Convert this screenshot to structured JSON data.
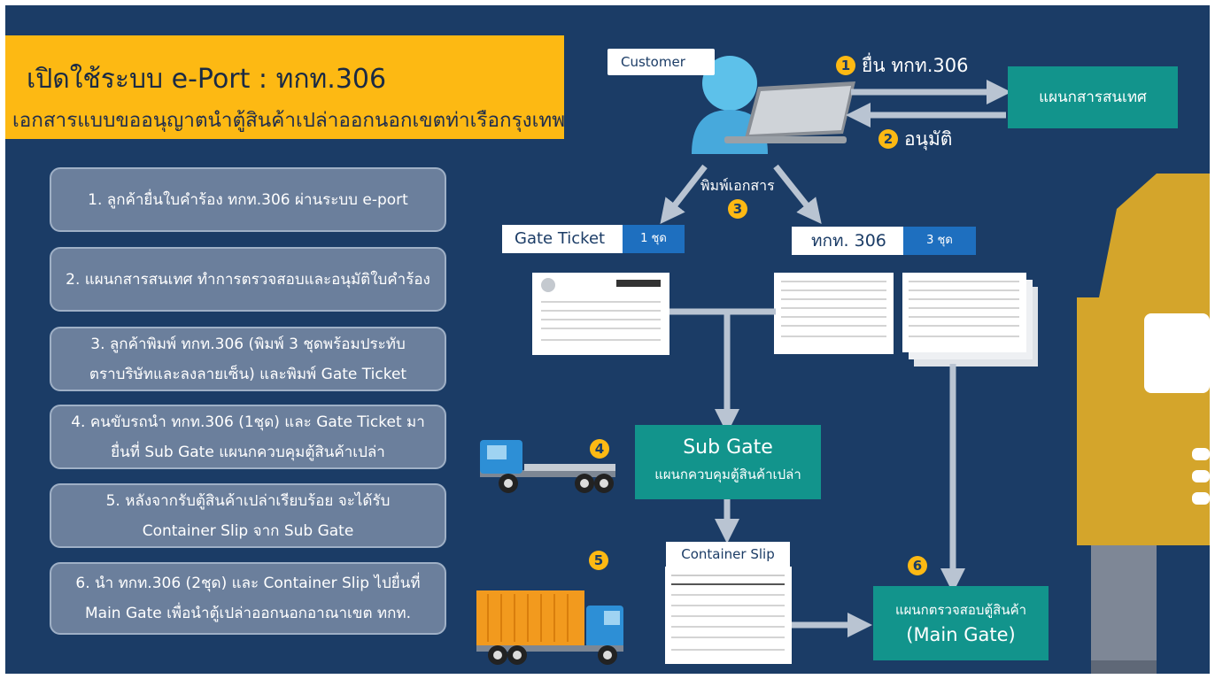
{
  "title": {
    "main": "เปิดใช้ระบบ e-Port : ทกท.306",
    "sub": "เอกสารแบบขออนุญาตนำตู้สินค้าเปล่าออกนอกเขตท่าเรือกรุงเทพ"
  },
  "steps": [
    {
      "lines": [
        "1. ลูกค้ายื่นใบคำร้อง ทกท.306 ผ่านระบบ e-port"
      ]
    },
    {
      "lines": [
        "2. แผนกสารสนเทศ ทำการตรวจสอบและอนุมัติใบคำร้อง"
      ]
    },
    {
      "lines": [
        "3. ลูกค้าพิมพ์ ทกท.306 (พิมพ์ 3 ชุดพร้อมประทับ",
        "ตราบริษัทและลงลายเซ็น) และพิมพ์ Gate Ticket"
      ]
    },
    {
      "lines": [
        "4. คนขับรถนำ ทกท.306 (1ชุด) และ Gate Ticket มา",
        "ยื่นที่ Sub Gate แผนกควบคุมตู้สินค้าเปล่า"
      ]
    },
    {
      "lines": [
        "5. หลังจากรับตู้สินค้าเปล่าเรียบร้อย จะได้รับ",
        "Container Slip จาก Sub Gate"
      ]
    },
    {
      "lines": [
        "6. นำ ทกท.306 (2ชุด) และ Container Slip ไปยื่นที่",
        "Main Gate เพื่อนำตู้เปล่าออกนอกอาณาเขต ทกท."
      ]
    }
  ],
  "flow": {
    "customer_label": "Customer",
    "submit_num": "1",
    "submit_label": "ยื่น ทกท.306",
    "approve_num": "2",
    "approve_label": "อนุมัติ",
    "it_dept": "แผนกสารสนเทศ",
    "print_label": "พิมพ์เอกสาร",
    "print_num": "3",
    "gate_ticket_label": "Gate Ticket",
    "gate_ticket_copies": "1 ชุด",
    "form_label": "ทกท. 306",
    "form_copies": "3 ชุด",
    "sub_gate_num": "4",
    "sub_gate_title": "Sub Gate",
    "sub_gate_dept": "แผนกควบคุมตู้สินค้าเปล่า",
    "slip_num": "5",
    "container_slip_label": "Container Slip",
    "main_gate_num": "6",
    "main_gate_dept": "แผนกตรวจสอบตู้สินค้า",
    "main_gate_title": "(Main Gate)"
  },
  "colors": {
    "background": "#1b3c66",
    "accent_yellow": "#fdb913",
    "teal": "#12948c",
    "step_box": "#6b7f9c",
    "arrow": "#b9c4d2",
    "label_blue": "#1e6fbf"
  }
}
